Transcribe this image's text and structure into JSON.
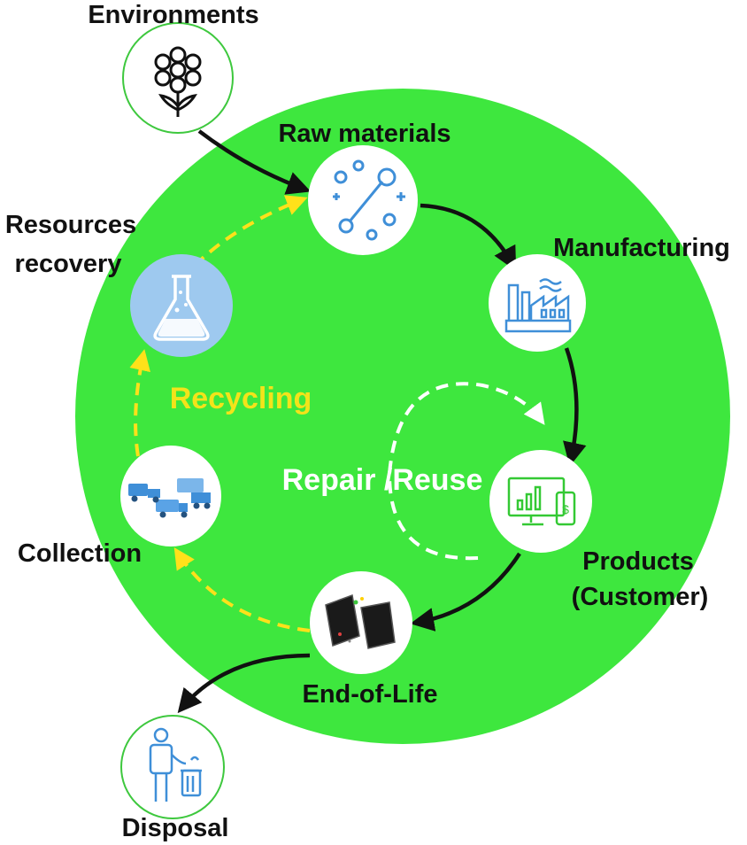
{
  "nodes": {
    "environments": "Environments",
    "raw_materials": "Raw materials",
    "manufacturing": "Manufacturing",
    "products_line1": "Products",
    "products_line2": "(Customer)",
    "end_of_life": "End-of-Life",
    "collection": "Collection",
    "resources_line1": "Resources",
    "resources_line2": "recovery",
    "disposal": "Disposal"
  },
  "loops": {
    "recycling": "Recycling",
    "repair_reuse": "Repair /Reuse"
  },
  "colors": {
    "cycle_fill": "#3ee73e",
    "forward_arrow": "#111111",
    "recycling_arrow": "#ffe11a",
    "recycling_label": "#f3e31a",
    "repair_arrow": "#ffffff",
    "icon_blue": "#3f8fd8",
    "icon_green": "#34c934",
    "node_ring_green": "#3ec83e"
  },
  "icons": {
    "environments": "flower-icon",
    "raw_materials": "wrench-bolts-icon",
    "manufacturing": "factory-icon",
    "products": "monitor-phone-icon",
    "end_of_life": "broken-phone-icon",
    "collection": "trucks-icon",
    "resources_recovery": "flask-icon",
    "disposal": "person-trash-icon"
  }
}
